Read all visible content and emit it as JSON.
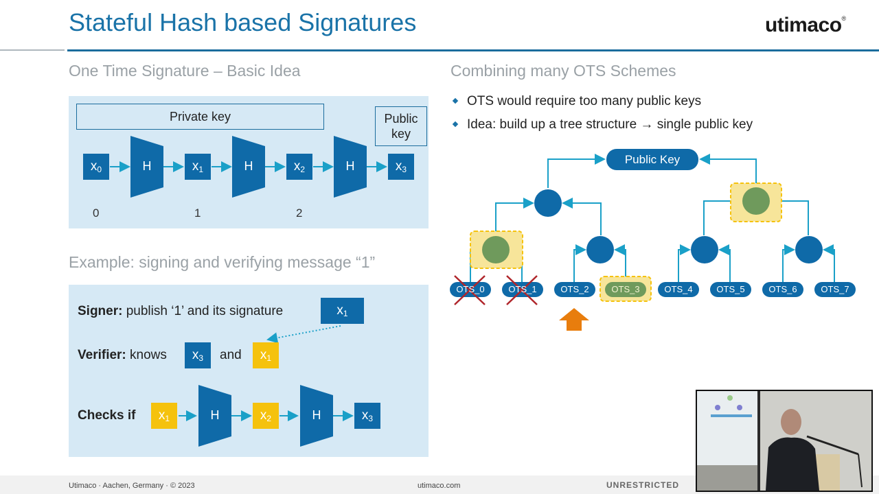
{
  "header": {
    "title": "Stateful Hash based Signatures",
    "logo_text": "utimaco",
    "logo_mark": "®"
  },
  "left_top": {
    "subtitle": "One Time Signature – Basic Idea",
    "private_key_label": "Private key",
    "public_key_label_line1": "Public",
    "public_key_label_line2": "key",
    "chain": [
      {
        "base": "x",
        "sub": "0"
      },
      {
        "base": "x",
        "sub": "1"
      },
      {
        "base": "x",
        "sub": "2"
      },
      {
        "base": "x",
        "sub": "3"
      }
    ],
    "hash_label": "H",
    "indices": [
      "0",
      "1",
      "2"
    ]
  },
  "left_bottom": {
    "subtitle": "Example: signing and verifying message “1”",
    "signer_bold": "Signer:",
    "signer_text": " publish ‘1’ and its signature",
    "signer_block": {
      "base": "x",
      "sub": "1"
    },
    "verifier_bold": "Verifier:",
    "verifier_text": " knows",
    "verifier_block_a": {
      "base": "x",
      "sub": "3"
    },
    "verifier_and": "and",
    "verifier_block_b": {
      "base": "x",
      "sub": "1"
    },
    "checks_bold": "Checks if",
    "checks_chain": [
      {
        "base": "x",
        "sub": "1"
      },
      {
        "base": "x",
        "sub": "2"
      },
      {
        "base": "x",
        "sub": "3"
      }
    ],
    "hash_label": "H"
  },
  "right": {
    "subtitle": "Combining many OTS Schemes",
    "bullets": [
      "OTS would require too many public keys",
      "Idea: build up a tree structure → single public key"
    ],
    "root_label": "Public Key",
    "leaves": [
      "OTS_0",
      "OTS_1",
      "OTS_2",
      "OTS_3",
      "OTS_4",
      "OTS_5",
      "OTS_6",
      "OTS_7"
    ]
  },
  "footer": {
    "company": "Utimaco",
    "location": "Aachen, Germany",
    "copyright": "© 2023",
    "site": "utimaco.com",
    "classification": "UNRESTRICTED"
  },
  "colors": {
    "title_blue": "#1a73a8",
    "block_blue": "#0f6aa8",
    "panel_blue": "#d6e9f5",
    "highlight_yellow": "#f5c20d",
    "used_green": "#6f9a5c",
    "arrow_orange": "#e87d0d",
    "cross_red": "#b0262b"
  }
}
